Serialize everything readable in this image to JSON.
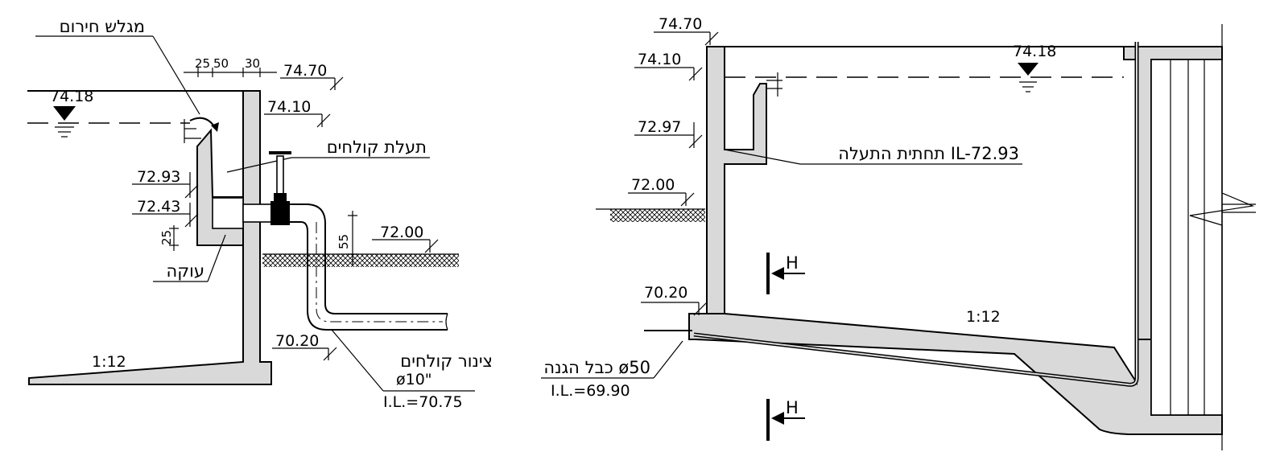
{
  "left_detail": {
    "labels": {
      "overflow_label": "מגלש חירום",
      "channel_label": "תעלת קולחים",
      "sump_label": "עוקה",
      "pipe_label": "צינור קולחים",
      "pipe_diameter": "ø10\"",
      "pipe_invert": "I.L.=70.75",
      "slope": "1:12"
    },
    "levels": {
      "top": "74.70",
      "water": "74.18",
      "wall_top": "74.10",
      "channel_top": "72.93",
      "channel_bottom": "72.43",
      "ground": "72.00",
      "floor": "70.20"
    },
    "dimensions": {
      "d1": "25",
      "d2": "50",
      "d3": "30",
      "sump_depth": "25",
      "pipe_cover": "55"
    }
  },
  "right_detail": {
    "labels": {
      "channel_bottom_label": "תחתית התעלה IL-72.93",
      "cable_label": "כבל הגנה ø50",
      "cable_invert": "I.L.=69.90",
      "slope": "1:12",
      "section_mark": "H"
    },
    "levels": {
      "top": "74.70",
      "wall_top": "74.10",
      "water": "74.18",
      "channel": "72.97",
      "ground": "72.00",
      "floor": "70.20"
    }
  }
}
